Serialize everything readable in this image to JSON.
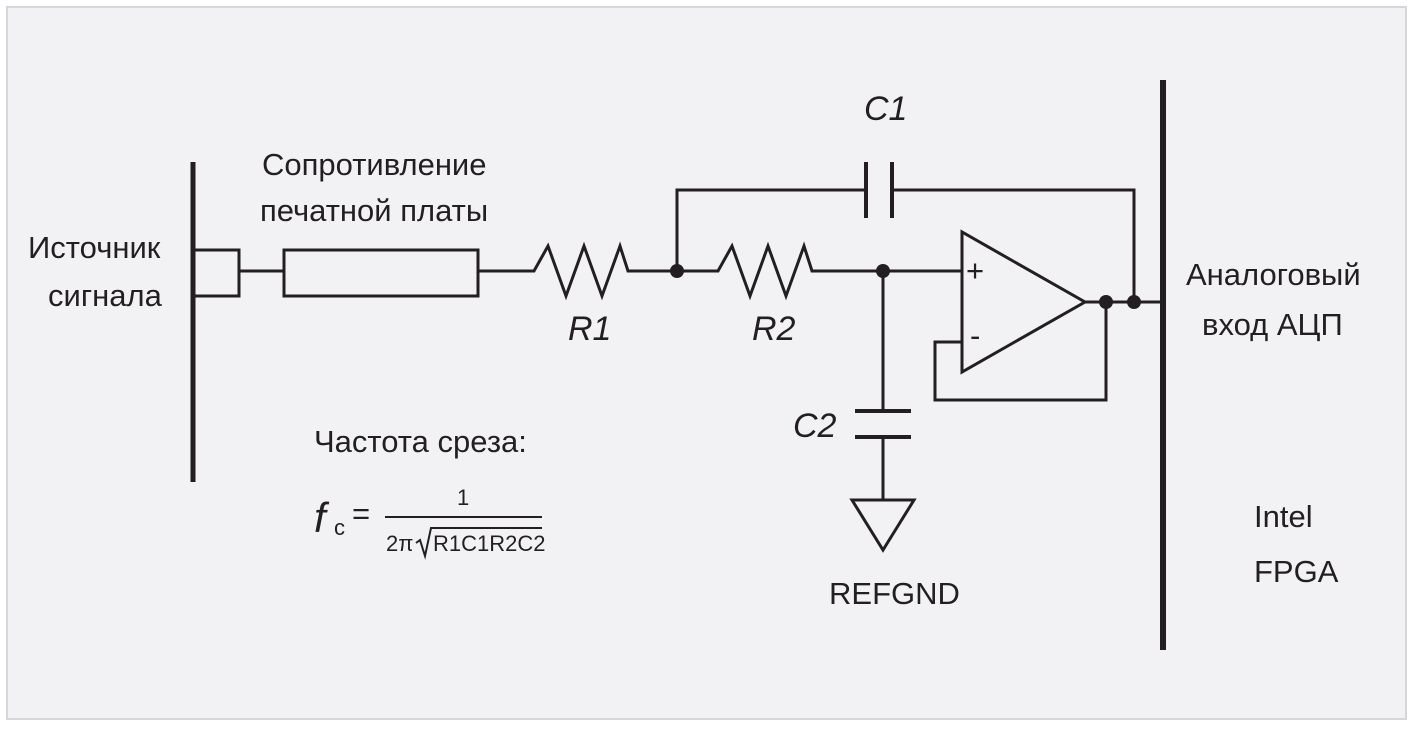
{
  "labels": {
    "source_line1": "Источник",
    "source_line2": "сигнала",
    "pcb_line1": "Сопротивление",
    "pcb_line2": "печатной платы",
    "r1": "R1",
    "r2": "R2",
    "c1": "C1",
    "c2": "C2",
    "opamp_plus": "+",
    "opamp_minus": "-",
    "ground": "REFGND",
    "adc_line1": "Аналоговый",
    "adc_line2": "вход АЦП",
    "fpga_line1": "Intel",
    "fpga_line2": "FPGA",
    "cutoff_title": "Частота среза:"
  },
  "formula": {
    "symbol": "f",
    "subscript": "c",
    "equals": "=",
    "numerator": "1",
    "denominator_prefix": "2π",
    "radicand": "R1C1R2C2"
  },
  "colors": {
    "background": "#f2f2f4",
    "border": "#d6d6d8",
    "ink": "#231f20"
  }
}
